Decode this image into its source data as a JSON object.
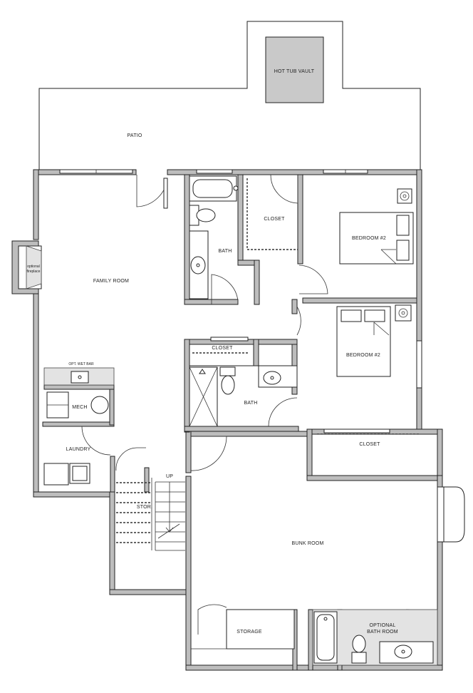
{
  "rooms": {
    "hot_tub_vault": "HOT TUB VAULT",
    "patio": "PATIO",
    "family_room": "FAMILY ROOM",
    "fireplace": [
      "optional",
      "fireplace"
    ],
    "bath_upper": "BATH",
    "closet_upper": "CLOSET",
    "bedroom_upper": "BEDROOM #2",
    "bedroom_lower": "BEDROOM #2",
    "closet_hall": "CLOSET",
    "bath_lower": "BATH",
    "wet_bar": "OPT. WET BAR",
    "mech": "MECH",
    "laundry": "LAUNDRY",
    "up": "UP",
    "stor": "STOR.",
    "closet_bottom": "CLOSET",
    "bunk_room": "BUNK ROOM",
    "storage": "STORAGE",
    "optional_bath": [
      "OPTIONAL",
      "BATH ROOM"
    ]
  }
}
